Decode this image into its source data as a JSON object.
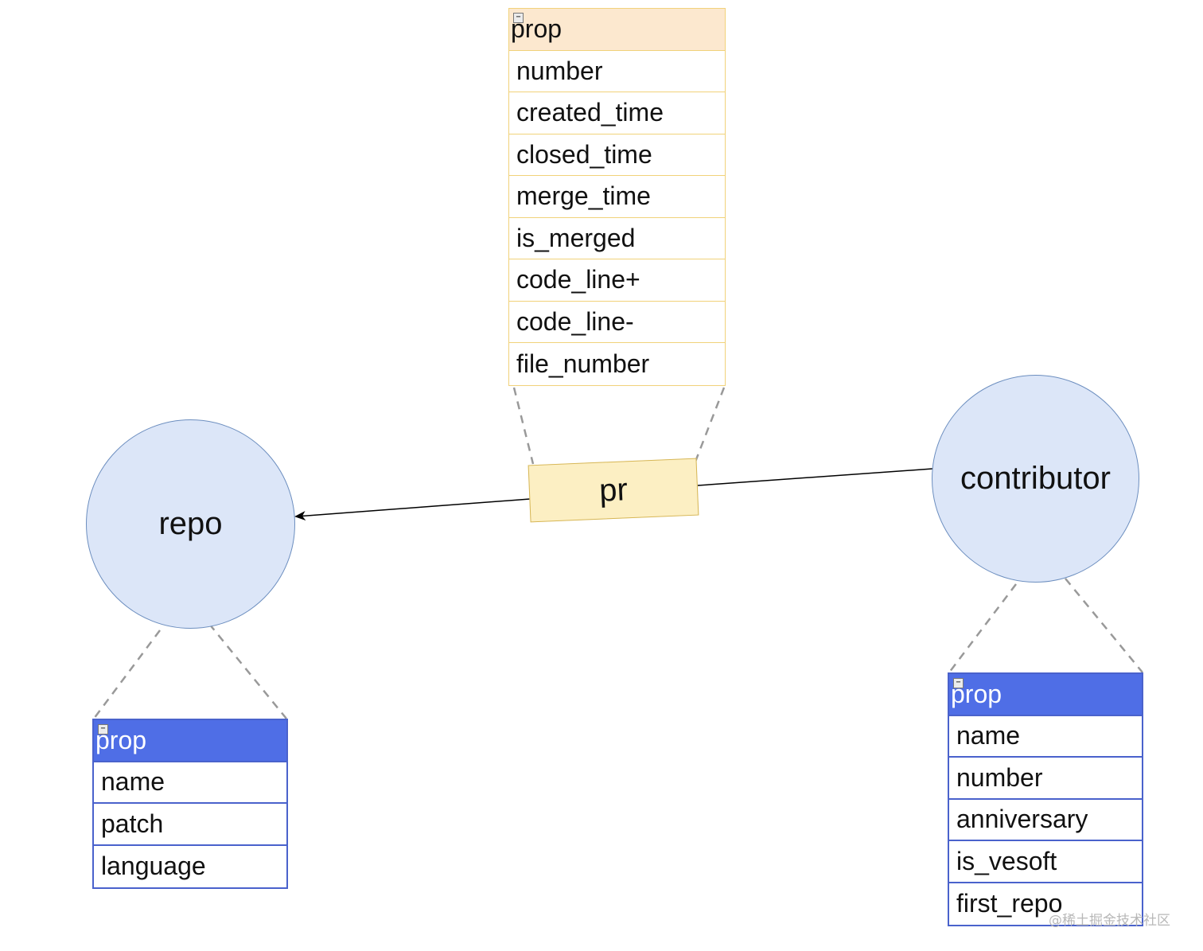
{
  "nodes": {
    "repo": "repo",
    "contributor": "contributor"
  },
  "edge": {
    "label": "pr"
  },
  "tables": {
    "pr": {
      "header": "prop",
      "rows": [
        "number",
        "created_time",
        "closed_time",
        "merge_time",
        "is_merged",
        "code_line+",
        "code_line-",
        "file_number"
      ],
      "color": "#fce8cf"
    },
    "repo": {
      "header": "prop",
      "rows": [
        "name",
        "patch",
        "language"
      ],
      "color": "#4f6ee6"
    },
    "contributor": {
      "header": "prop",
      "rows": [
        "name",
        "number",
        "anniversary",
        "is_vesoft",
        "first_repo"
      ],
      "color": "#4f6ee6"
    }
  },
  "watermark": "@稀土掘金技术社区"
}
